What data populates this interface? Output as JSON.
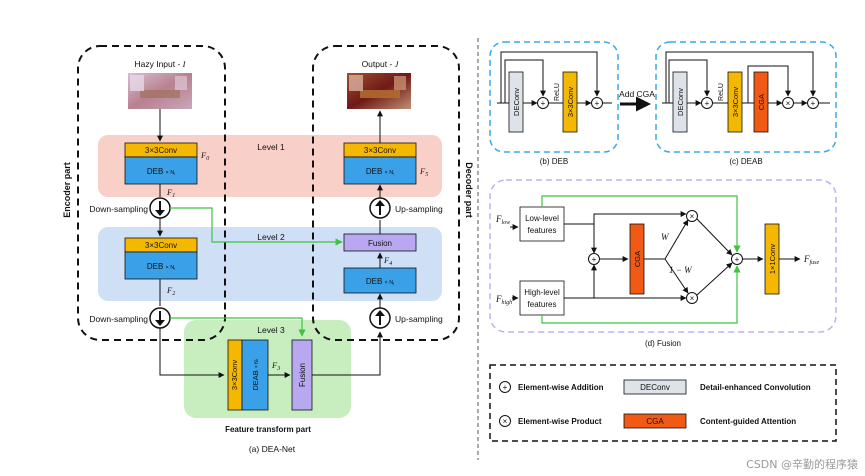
{
  "colors": {
    "conv_orange": "#f5b800",
    "deb_blue": "#3aa0e8",
    "fusion_purple": "#b8a8f0",
    "cga_red": "#f05a14",
    "deconv_gray": "#dde3e8",
    "level1_bg": "#f8d0c8",
    "level2_bg": "#cfe0f6",
    "level3_bg": "#c8eec0",
    "green_line": "#3ec43e",
    "dashed_blue": "#3aa8e8",
    "dashed_lavender": "#c0b0f0"
  },
  "dea_net": {
    "caption": "(a) DEA-Net",
    "encoder_label": "Encoder part",
    "decoder_label": "Decoder part",
    "hazy_input": "Hazy Input - ",
    "hazy_input_var": "I",
    "output": "Output - ",
    "output_var": "J",
    "level1": "Level 1",
    "level2": "Level 2",
    "level3": "Level 3",
    "conv3": "3×3Conv",
    "deb": "DEB",
    "deab": "DEAB",
    "times_n": "× N",
    "n_sub": "i",
    "fusion": "Fusion",
    "down_sampling": "Down-sampling",
    "up_sampling": "Up-sampling",
    "feature_transform": "Feature transform part",
    "F": "F",
    "f0": "0",
    "f1": "1",
    "f2": "2",
    "f3": "3",
    "f4": "4",
    "f5": "5"
  },
  "deb_panel": {
    "caption": "(b) DEB",
    "deconv": "DEConv",
    "relu": "ReLU",
    "conv3": "3×3Conv"
  },
  "add_cga": "Add CGA",
  "deab_panel": {
    "caption": "(c) DEAB",
    "deconv": "DEConv",
    "relu": "ReLU",
    "conv3": "3×3Conv",
    "cga": "CGA"
  },
  "fusion_panel": {
    "caption": "(d) Fusion",
    "f_low": "F",
    "f_low_sub": "low",
    "f_high": "F",
    "f_high_sub": "high",
    "low_level": "Low-level",
    "high_level": "High-level",
    "features": "features",
    "cga": "CGA",
    "w": "W",
    "one_minus_w": "1 − W",
    "conv1": "1×1Conv",
    "f_fuse": "F",
    "f_fuse_sub": "fuse"
  },
  "legend": {
    "add": "Element-wise Addition",
    "product": "Element-wise Product",
    "deconv_box": "DEConv",
    "deconv_desc": "Detail-enhanced Convolution",
    "cga_box": "CGA",
    "cga_desc": "Content-guided Attention"
  },
  "watermark": "CSDN @辛勤的程序猿"
}
